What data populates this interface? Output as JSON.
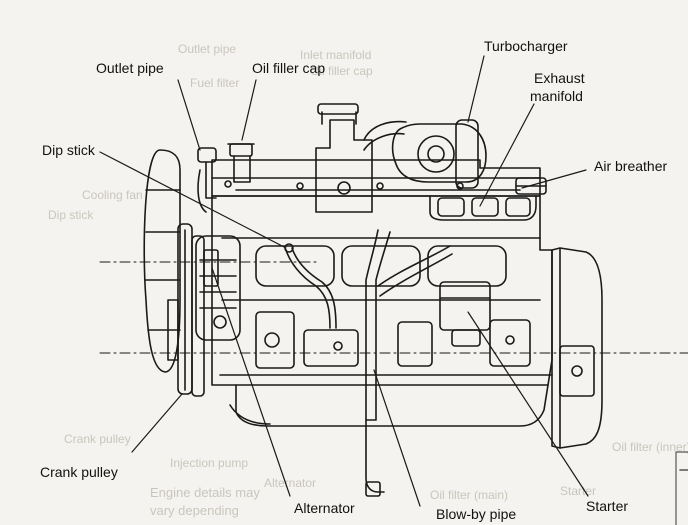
{
  "labels": {
    "outlet_pipe": "Outlet pipe",
    "oil_filler_cap": "Oil filler cap",
    "turbocharger": "Turbocharger",
    "exhaust_manifold_l1": "Exhaust",
    "exhaust_manifold_l2": "manifold",
    "dip_stick": "Dip stick",
    "air_breather": "Air breather",
    "crank_pulley": "Crank pulley",
    "alternator": "Alternator",
    "blow_by_pipe": "Blow-by pipe",
    "starter": "Starter"
  },
  "bleed_through": {
    "outlet_pipe": "Outlet pipe",
    "inlet_manifold": "Inlet manifold",
    "oil_filler_cap": "Oil filler cap",
    "fuel_filter": "Fuel filter",
    "dip_stick": "Dip stick",
    "cooling_fan": "Cooling fan",
    "crank_pulley": "Crank pulley",
    "injection_pump": "Injection pump",
    "alternator": "Alternator",
    "oil_filter": "Oil filter (main)",
    "starter": "Starter",
    "oil_filter_inner": "Oil filter (inner)",
    "note_1": "Engine details may",
    "note_2": "vary depending"
  },
  "colors": {
    "ink": "#1a1a1a",
    "paper": "#f4f3ef",
    "ghost": "#c9c6bd"
  }
}
